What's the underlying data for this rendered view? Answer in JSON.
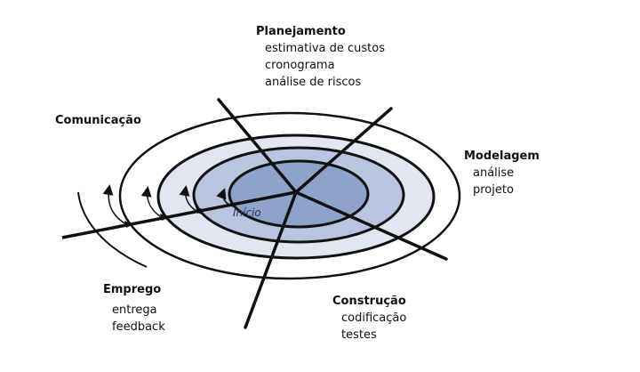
{
  "colors": {
    "ring_light": "#e1e6f1",
    "ring_mid": "#b9c5de",
    "ring_inner": "#8ea3c7",
    "line": "#111111"
  },
  "sectors": {
    "planejamento": {
      "title": "Planejamento",
      "items": [
        "estimativa de custos",
        "cronograma",
        "análise de riscos"
      ]
    },
    "modelagem": {
      "title": "Modelagem",
      "items": [
        "análise",
        "projeto"
      ]
    },
    "construcao": {
      "title": "Construção",
      "items": [
        "codificação",
        "testes"
      ]
    },
    "emprego": {
      "title": "Emprego",
      "items": [
        "entrega",
        "feedback"
      ]
    },
    "comunicacao": {
      "title": "Comunicação"
    }
  },
  "start_label": "Início"
}
